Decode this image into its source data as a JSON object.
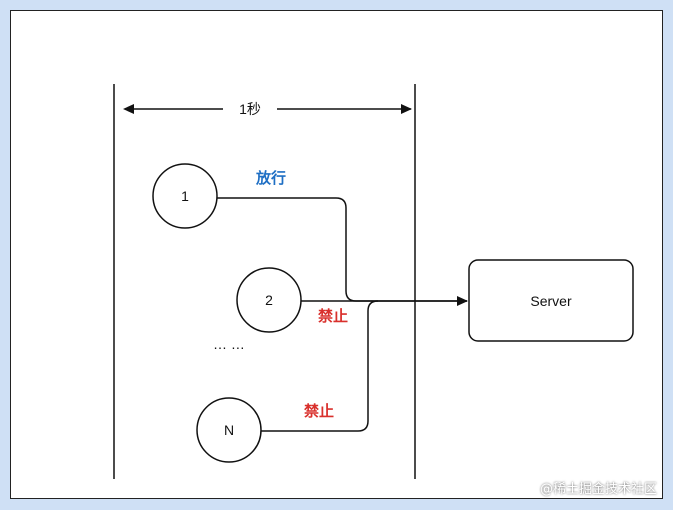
{
  "diagram": {
    "interval_label": "1秒",
    "nodes": [
      {
        "id": "req1",
        "label": "1"
      },
      {
        "id": "req2",
        "label": "2"
      },
      {
        "id": "reqN",
        "label": "N"
      }
    ],
    "ellipsis": "… …",
    "server_label": "Server",
    "edge_labels": {
      "allow": "放行",
      "deny_2": "禁止",
      "deny_n": "禁止"
    },
    "colors": {
      "allow": "#1f6fc4",
      "deny": "#d9302c",
      "stroke": "#111111"
    }
  },
  "footer": {
    "credit": "@稀土掘金技术社区"
  }
}
